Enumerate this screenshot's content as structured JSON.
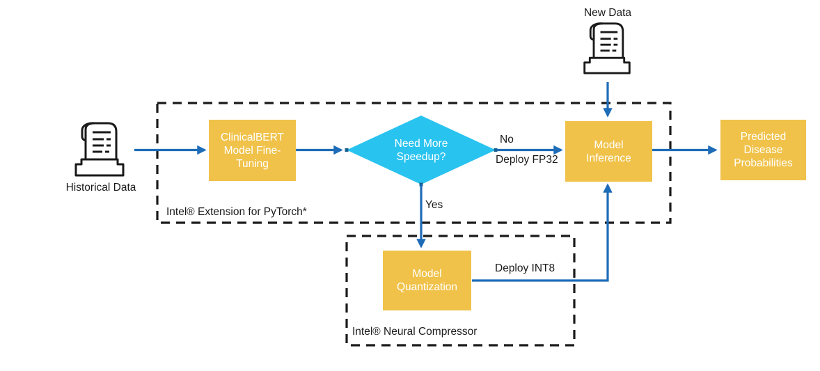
{
  "colors": {
    "node_fill": "#F0C24A",
    "decision_fill": "#29C3F0",
    "connector_blue": "#1E6CB8",
    "dashed_border": "#1A1A1A"
  },
  "nodes": {
    "historical": {
      "label": "Historical Data"
    },
    "new_data": {
      "label": "New Data"
    },
    "fine_tuning": {
      "label": "ClinicalBERT\nModel Fine-\nTuning"
    },
    "decision": {
      "label": "Need More\nSpeedup?"
    },
    "inference": {
      "label": "Model\nInference"
    },
    "quantization": {
      "label": "Model\nQuantization"
    },
    "predicted": {
      "label": "Predicted\nDisease\nProbabilities"
    }
  },
  "edge_labels": {
    "no": "No",
    "deploy_fp32": "Deploy FP32",
    "yes": "Yes",
    "deploy_int8": "Deploy INT8"
  },
  "containers": {
    "ipex": {
      "label": "Intel® Extension for PyTorch*"
    },
    "inc": {
      "label": "Intel® Neural Compressor"
    }
  }
}
